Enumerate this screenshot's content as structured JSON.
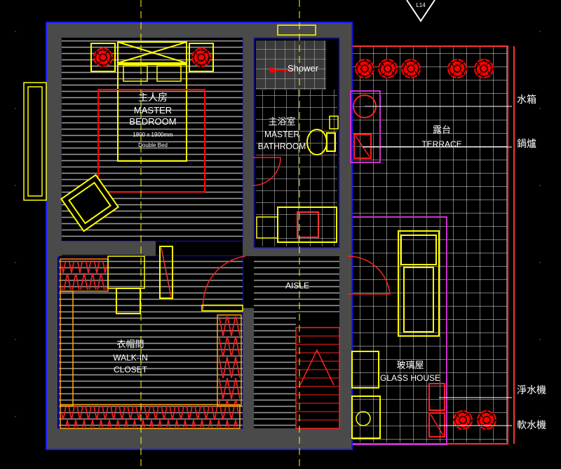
{
  "colors": {
    "background": "#000000",
    "wall": "#4a4a4a",
    "wall_outline": "#1a1aff",
    "floor_hatch": "#bfbfbf",
    "furniture": "#ffff00",
    "fixture_red": "#ff0000",
    "grid": "#ffffff",
    "axis_yellow": "#ffff00",
    "leader": "#ffffff",
    "terrace_border": "#ff3333",
    "glasshouse_border": "#cc33cc"
  },
  "rooms": {
    "master_bedroom": {
      "name_cn": "主人房",
      "name_en_1": "MASTER",
      "name_en_2": "BEDROOM",
      "bed_size": "1800 x 1900mm",
      "bed_type": "Double Bed"
    },
    "shower": {
      "name": "Shower"
    },
    "master_bathroom": {
      "name_cn": "主浴室",
      "name_en_1": "MASTER",
      "name_en_2": "BATHROOM"
    },
    "terrace": {
      "name_cn": "露台",
      "name_en": "TERRACE"
    },
    "aisle": {
      "name": "AISLE"
    },
    "walk_in_closet": {
      "name_cn": "衣帽間",
      "name_en_1": "WALK-IN",
      "name_en_2": "CLOSET"
    },
    "glass_house": {
      "name_cn": "玻璃屋",
      "name_en": "GLASS HOUSE"
    }
  },
  "callouts": {
    "water_tank": "水箱",
    "boiler": "鍋爐",
    "water_purifier": "淨水機",
    "water_softener": "軟水機"
  },
  "marker": {
    "text": "L14"
  }
}
